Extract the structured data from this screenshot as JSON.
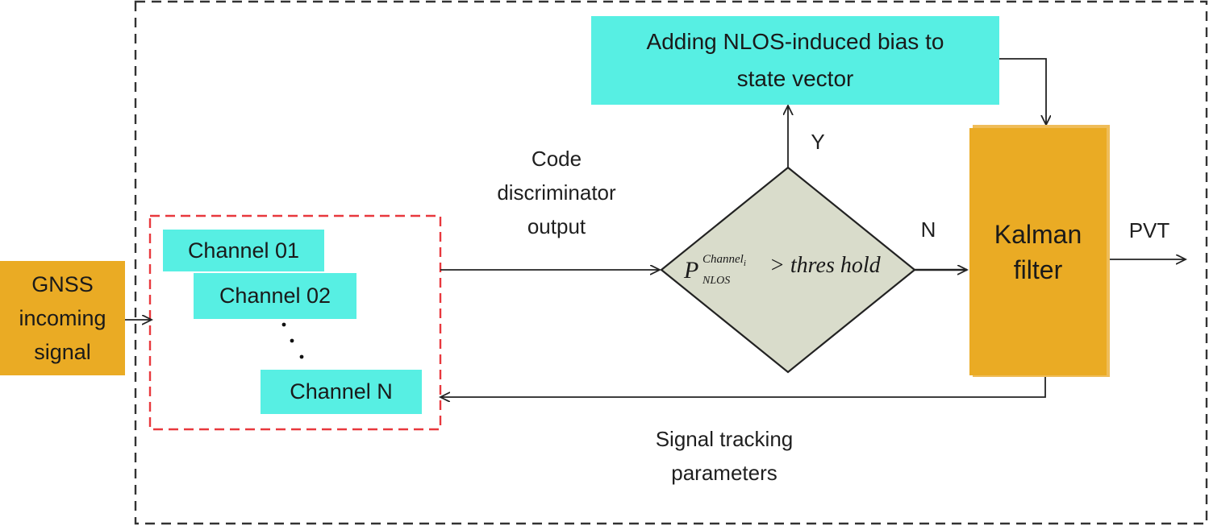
{
  "input": {
    "label": "GNSS\nincoming\nsignal"
  },
  "channels": [
    {
      "label": "Channel 01"
    },
    {
      "label": "Channel 02"
    },
    {
      "label": "Channel N"
    }
  ],
  "edge_code": "Code\ndiscriminator\noutput",
  "decision": {
    "lhs_symbol": "P",
    "superscript": "Channel",
    "superscript_sub": "i",
    "subscript": "NLOS",
    "operator_text": "> thres hold"
  },
  "bias_box": {
    "label": "Adding NLOS-induced bias to\nstate vector"
  },
  "yes_label": "Y",
  "no_label": "N",
  "kalman": {
    "label": "Kalman\nfilter"
  },
  "output_label": "PVT",
  "feedback_label": "Signal tracking\nparameters",
  "colors": {
    "cyan": "#57efe3",
    "orange": "#eaab24",
    "diamond": "#d9dccb",
    "red_dash": "#e8383d"
  }
}
